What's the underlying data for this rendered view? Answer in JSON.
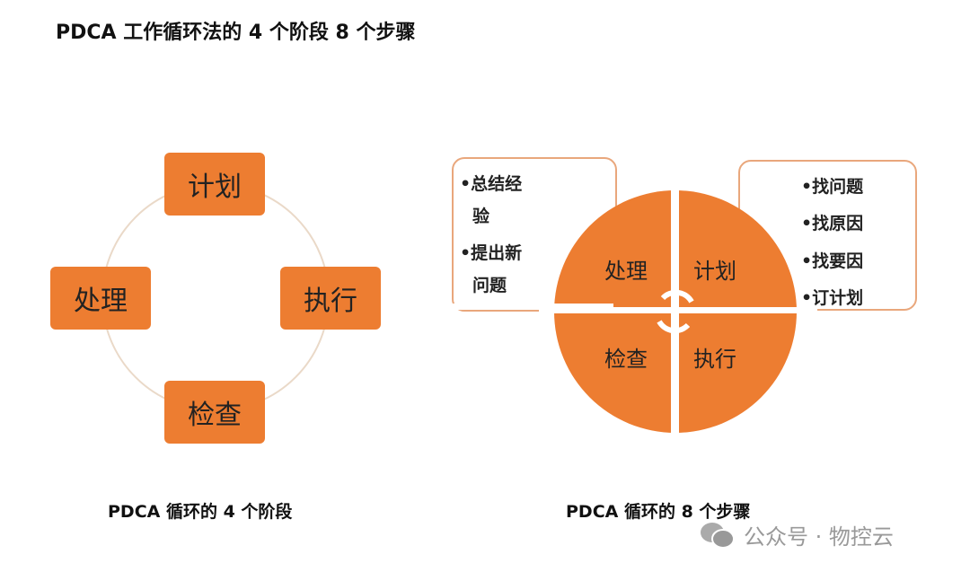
{
  "title": "PDCA 工作循环法的 4 个阶段 8 个步骤",
  "left_diagram": {
    "stages": {
      "plan": "计划",
      "do": "执行",
      "check": "检查",
      "act": "处理"
    },
    "caption": "PDCA 循环的 4 个阶段"
  },
  "right_diagram": {
    "quadrants": {
      "act": "处理",
      "plan": "计划",
      "check": "检查",
      "do": "执行"
    },
    "act_steps": [
      "•总结经",
      "验",
      "•提出新",
      "问题"
    ],
    "plan_steps": [
      "•找问题",
      "•找原因",
      "•找要因",
      "•订计划"
    ],
    "caption": "PDCA 循环的 8 个步骤"
  },
  "watermark": "公众号 · 物控云",
  "colors": {
    "accent": "#ED7D31",
    "ring": "#EAD9C8",
    "callout_border": "#E9A77C"
  }
}
